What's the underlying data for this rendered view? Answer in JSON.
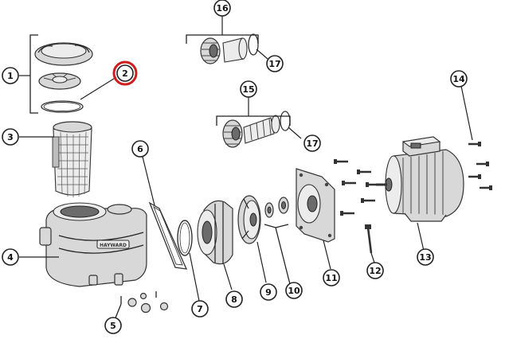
{
  "callouts": [
    {
      "id": "c1",
      "label": "1"
    },
    {
      "id": "c2",
      "label": "2",
      "highlighted": true
    },
    {
      "id": "c3",
      "label": "3"
    },
    {
      "id": "c4",
      "label": "4"
    },
    {
      "id": "c5",
      "label": "5"
    },
    {
      "id": "c6",
      "label": "6"
    },
    {
      "id": "c7",
      "label": "7"
    },
    {
      "id": "c8",
      "label": "8"
    },
    {
      "id": "c9",
      "label": "9"
    },
    {
      "id": "c10",
      "label": "10"
    },
    {
      "id": "c11",
      "label": "11"
    },
    {
      "id": "c12",
      "label": "12"
    },
    {
      "id": "c13",
      "label": "13"
    },
    {
      "id": "c14",
      "label": "14"
    },
    {
      "id": "c15",
      "label": "15"
    },
    {
      "id": "c16",
      "label": "16"
    },
    {
      "id": "c17a",
      "label": "17"
    },
    {
      "id": "c17b",
      "label": "17"
    }
  ],
  "highlight_color": "#cc1f1f",
  "housing_brand": "HAYWARD"
}
